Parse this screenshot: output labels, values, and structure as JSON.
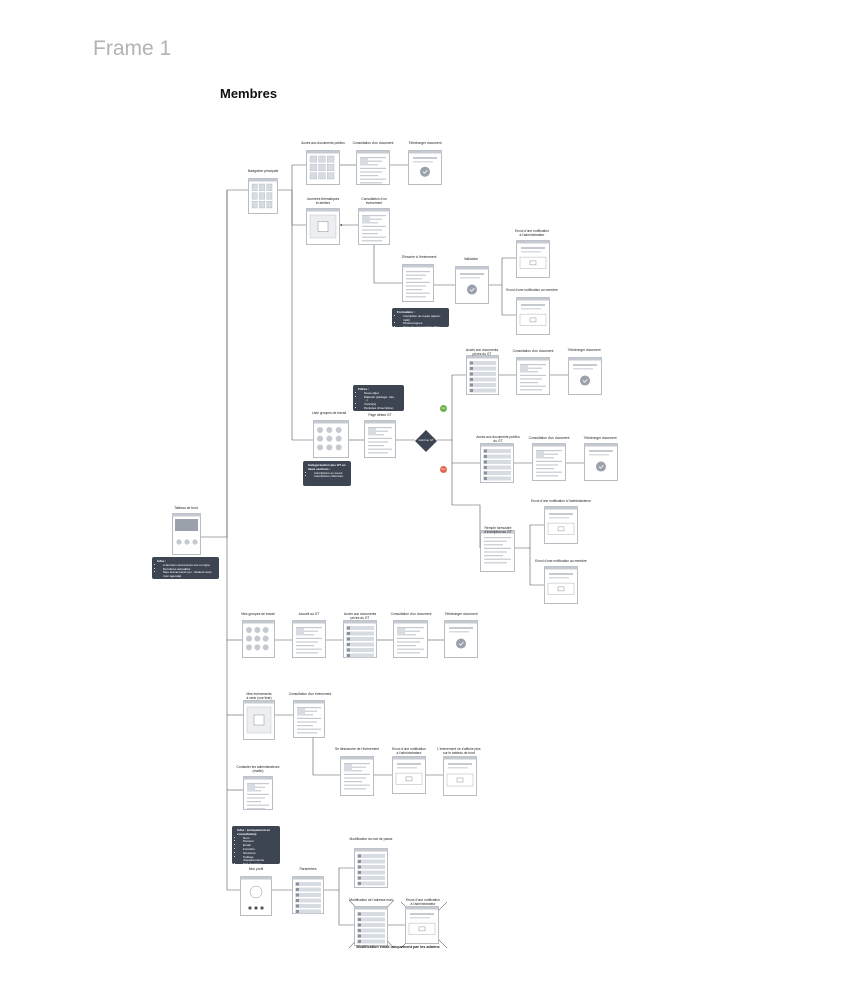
{
  "frame": {
    "label": "Frame 1",
    "title": "Membres"
  },
  "labels": {
    "acces_docs_publics": "Accès aux documents publics",
    "consultation_doc_1": "Consultation d'un document",
    "telecharger_doc_1": "Télécharger document",
    "navigation_principale": "Navigation principale",
    "journees_thematiques": "Journées thématiques\net ateliers",
    "consultation_evenement_1": "Consultation d'un\névénement",
    "inscrire_evenement": "S'inscrire à l'événement",
    "validation": "Validation",
    "envoi_notif_admin_1": "Envoi d'une notification\nà l'administrateur",
    "envoi_notif_membre_1": "Envoi d'une notification au membre",
    "acces_docs_prives_1": "Accès aux documents\nprivés du GT",
    "consultation_doc_2": "Consultation d'un document",
    "telecharger_doc_2": "Télécharger document",
    "liste_groupes": "Liste groupes de travail",
    "page_default_gt": "Page défaut GT",
    "acces_docs_publics_gt": "Accès aux documents publics\ndu GT",
    "consultation_doc_3": "Consultation d'un document",
    "telecharger_doc_3": "Télécharger document",
    "envoi_notif_admin_2": "Envoi d'une notification à l'administrateur",
    "remplir_formulaire": "Remplir formulaire\nd'inscription au GT",
    "envoi_notif_membre_2": "Envoi d'une notification au membre",
    "tableau_bord": "Tableau de bord",
    "mes_groupes": "Mes groupes de travail",
    "accueil_gt": "Accueil au GT",
    "acces_docs_prives_2": "Accès aux documents\nprivés du GT",
    "consultation_doc_4": "Consultation d'un document",
    "telecharger_doc_4": "Télécharger document",
    "mes_evenements": "Mes événements\nà venir (vue liste)",
    "consultation_evenement_2": "Consultation d'un événement",
    "desinscrire": "Se désinscrire de l'événement",
    "envoi_notif_admin_3": "Envoi d'une notification\nà l'administrateur",
    "evenement_affiche": "L'événement ne s'affiche plus\nsur le tableau de bord",
    "contacter_admin": "Contacter les administrateurs\n(mailto)",
    "modif_mdp": "Modification du mot de passe",
    "mon_profil": "Mon profil",
    "parametres": "Paramètres",
    "modif_email": "Modification de l'adresse mail",
    "envoi_notif_admin_4": "Envoi d'une notification\nà l'administrateur",
    "modif_email_note": "Modification email uniquement par les admins"
  },
  "decision": {
    "label": "Inscrit au GT",
    "yes": "Oui",
    "no": "Non"
  },
  "notes": {
    "formulaire": {
      "title": "Formulaire :",
      "items": [
        "Inscription au repas (après-midi)",
        "Photos/vignes",
        "Zone de commentaire libre"
      ]
    },
    "gt_filtres": {
      "title": "Filtres :",
      "items": [
        "Sous-objet",
        "Matériel (pédago, tuto, ...)",
        "Vivant(s)",
        "Périodes d'inscription"
      ]
    },
    "categorisation": {
      "title": "Catégorisation des GT en deux sections :",
      "items": [
        "Inscriptions en cours",
        "Inscriptions clôturées"
      ]
    },
    "tableau_infos": {
      "title": "Infos :",
      "items": [
        "2 derniers documents mis en ligne",
        "Dernières actualités",
        "Mes évènements (ex : Ateliers avec mon agenda)"
      ]
    },
    "profil_infos": {
      "title": "Infos : (uniquement en consultation)",
      "items": [
        "Nom",
        "Prénom",
        "Email",
        "Fonction",
        "Structure",
        "Collège d'appartenance",
        "Mot de passe"
      ]
    }
  },
  "colors": {
    "line": "#555555",
    "screen": "#d7dbe2",
    "note": "#3e4552",
    "yes": "#6ab24a",
    "no": "#e5614b"
  }
}
